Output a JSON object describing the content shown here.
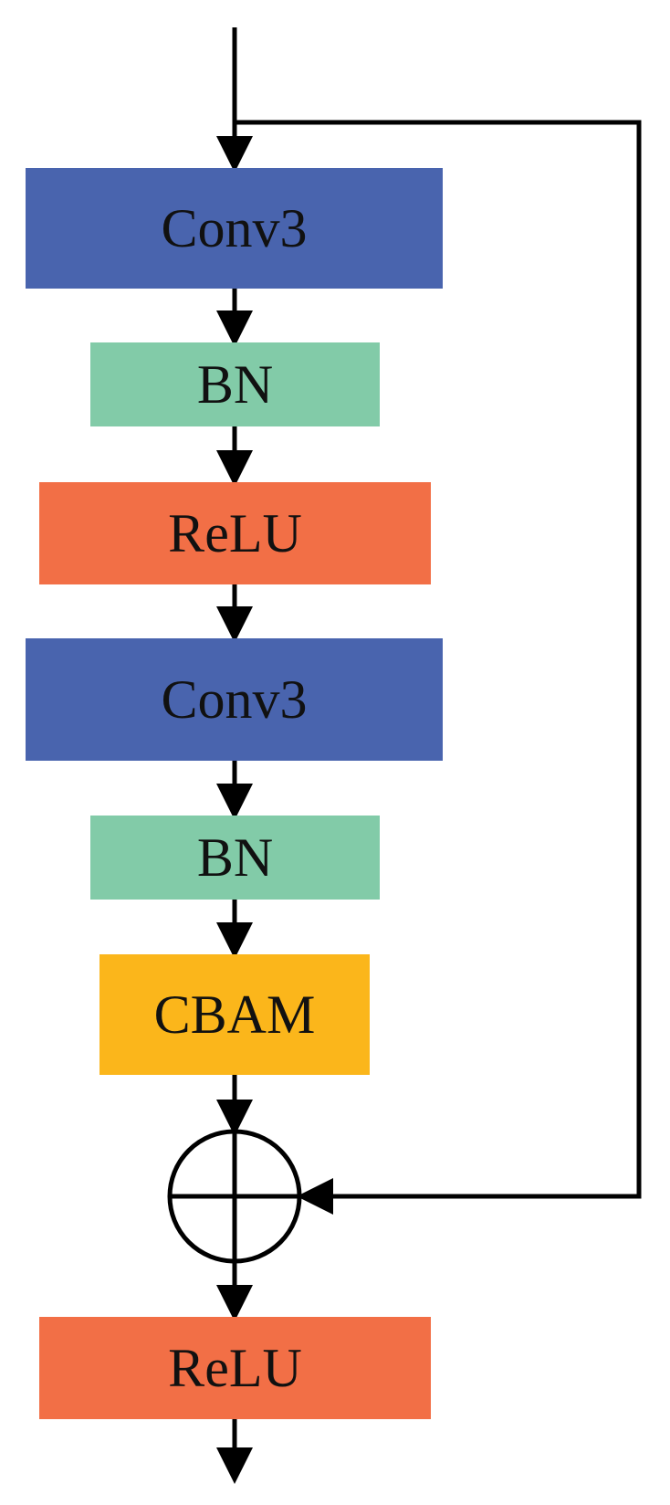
{
  "blocks": {
    "conv_1": {
      "label": "Conv3",
      "color": "#4964AE"
    },
    "bn_1": {
      "label": "BN",
      "color": "#82CBA8"
    },
    "relu_1": {
      "label": "ReLU",
      "color": "#F26F46"
    },
    "conv_2": {
      "label": "Conv3",
      "color": "#4964AE"
    },
    "bn_2": {
      "label": "BN",
      "color": "#82CBA8"
    },
    "cbam": {
      "label": "CBAM",
      "color": "#FBB61B"
    },
    "relu_2": {
      "label": "ReLU",
      "color": "#F26F46"
    }
  },
  "connector_color": "#000000"
}
